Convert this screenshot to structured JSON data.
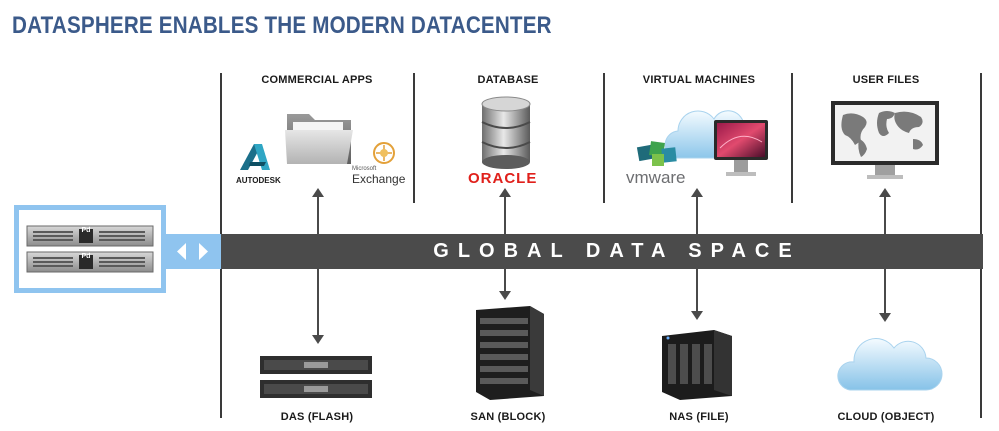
{
  "header": {
    "title": "DATASPHERE ENABLES THE MODERN DATACENTER"
  },
  "columns": [
    {
      "label": "COMMERCIAL APPS"
    },
    {
      "label": "DATABASE"
    },
    {
      "label": "VIRTUAL MACHINES"
    },
    {
      "label": "USER FILES"
    }
  ],
  "logos": {
    "autodesk": "AUTODESK",
    "microsoft": "Microsoft",
    "exchange": "Exchange",
    "oracle": "ORACLE",
    "vmware": "vmware"
  },
  "band": {
    "label": "GLOBAL DATA SPACE"
  },
  "storage": [
    {
      "label": "DAS (FLASH)"
    },
    {
      "label": "SAN (BLOCK)"
    },
    {
      "label": "NAS (FILE)"
    },
    {
      "label": "CLOUD (OBJECT)"
    }
  ],
  "appliance": {
    "badge": "Pd"
  },
  "colors": {
    "title": "#3b5a8a",
    "band": "#4b4b4b",
    "accent": "#8fc4ef",
    "oracle": "#e0201b"
  }
}
